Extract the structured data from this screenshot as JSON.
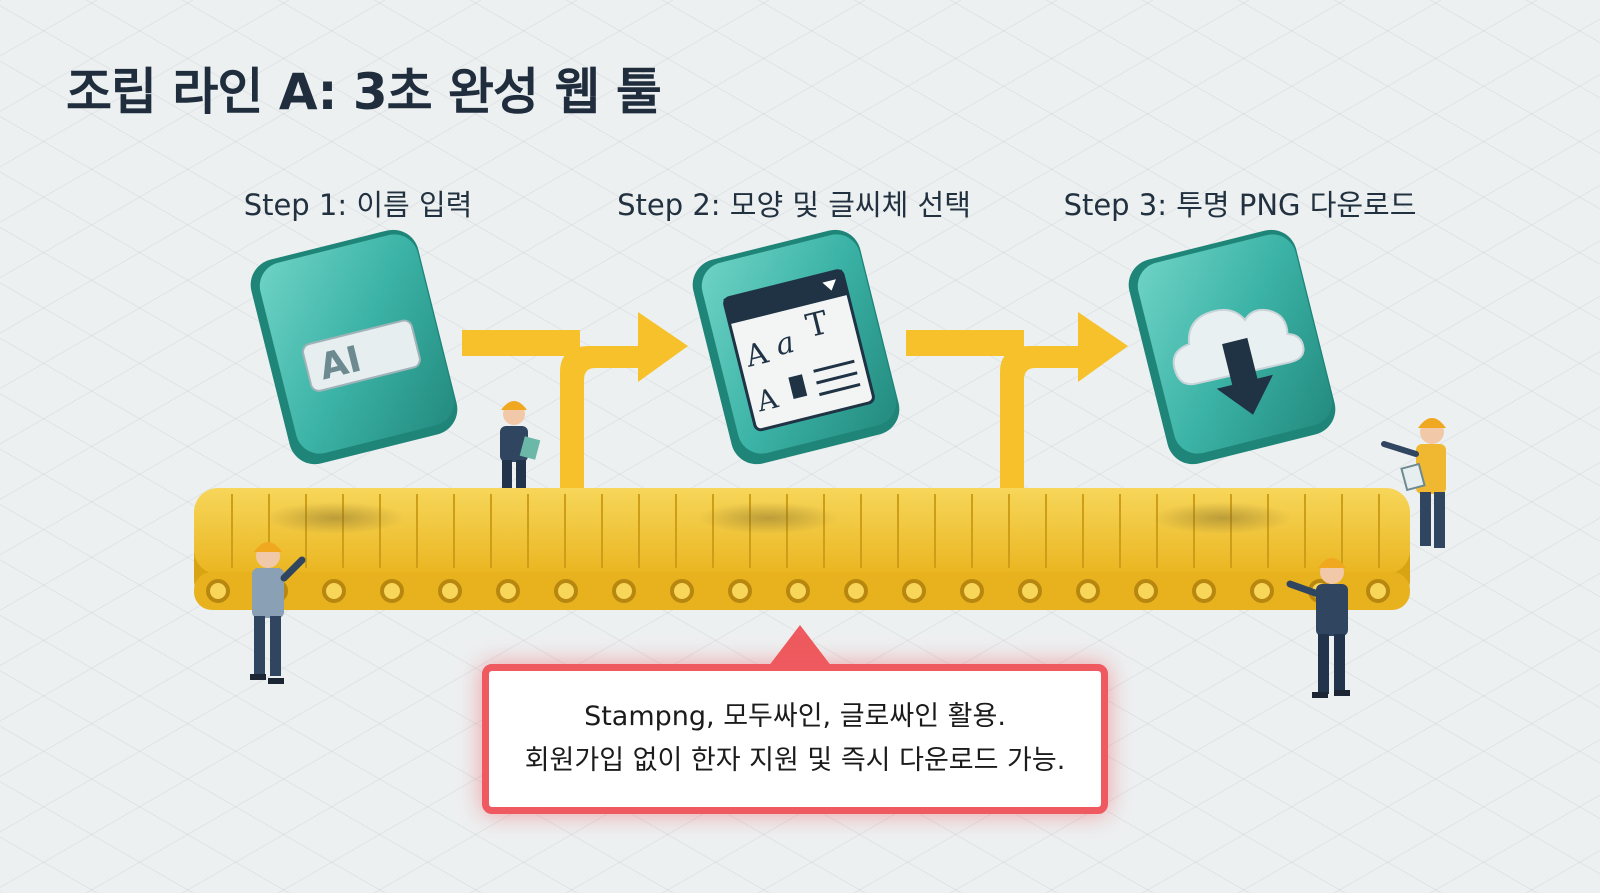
{
  "title": "조립 라인 A: 3초 완성 웹 툴",
  "steps": [
    {
      "label": "Step 1: 이름 입력",
      "icon": "text-input-icon",
      "glyph": "AI"
    },
    {
      "label": "Step 2: 모양 및 글씨체 선택",
      "icon": "font-style-icon"
    },
    {
      "label": "Step 3: 투명 PNG 다운로드",
      "icon": "cloud-download-icon"
    }
  ],
  "callout": {
    "line1": "Stampng, 모두싸인, 글로싸인 활용.",
    "line2": "회원가입 없이 한자 지원 및 즉시 다운로드 가능."
  },
  "colors": {
    "title": "#1f2d3d",
    "teal": "#3bb3a6",
    "teal_dark": "#1f8579",
    "conveyor": "#f3c431",
    "arrow": "#f6c12b",
    "callout_border": "#ee5a5f",
    "worker_helmet": "#f0a820",
    "worker_body": "#2f4560"
  }
}
